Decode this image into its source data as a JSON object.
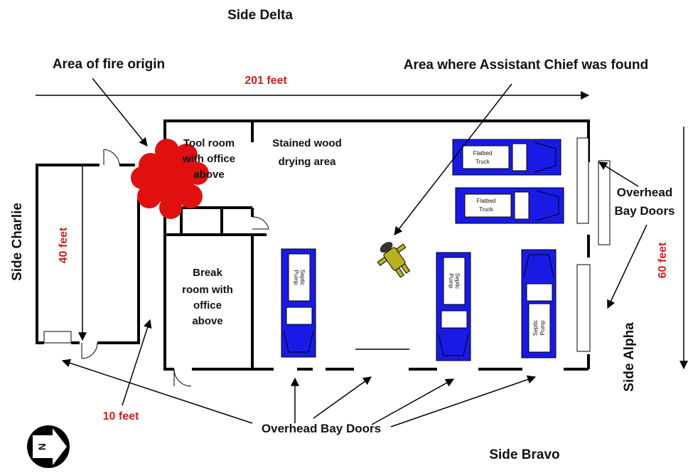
{
  "sides": {
    "delta": "Side Delta",
    "charlie": "Side Charlie",
    "alpha": "Side Alpha",
    "bravo": "Side Bravo"
  },
  "callouts": {
    "fire_origin": "Area of fire origin",
    "chief_found": "Area where Assistant Chief was found",
    "overhead_bay_doors_right_1": "Overhead",
    "overhead_bay_doors_right_2": "Bay Doors",
    "overhead_bay_doors_bottom": "Overhead Bay Doors"
  },
  "dimensions": {
    "length": "201 feet",
    "depth": "60 feet",
    "annex_depth": "40 feet",
    "annex_width": "10 feet"
  },
  "rooms": {
    "tool_room": [
      "Tool room",
      "with office",
      "above"
    ],
    "stained_wood": [
      "Stained wood",
      "drying area"
    ],
    "break_room": [
      "Break",
      "room with",
      "office",
      "above"
    ]
  },
  "vehicles": {
    "flatbed_1": [
      "Flatbed",
      "Truck"
    ],
    "flatbed_2": [
      "Flatbed",
      "Truck"
    ],
    "septic_1": [
      "Septic",
      "Pump"
    ],
    "septic_2": [
      "Septic",
      "Pump"
    ],
    "septic_3": [
      "Septic",
      "Pump"
    ]
  },
  "compass": {
    "north": "N"
  },
  "colors": {
    "wall": "#000000",
    "vehicle": "#1a1ae6",
    "fire": "#e01010",
    "dimension_text": "#d41e1e",
    "firefighter": "#b8b020"
  }
}
